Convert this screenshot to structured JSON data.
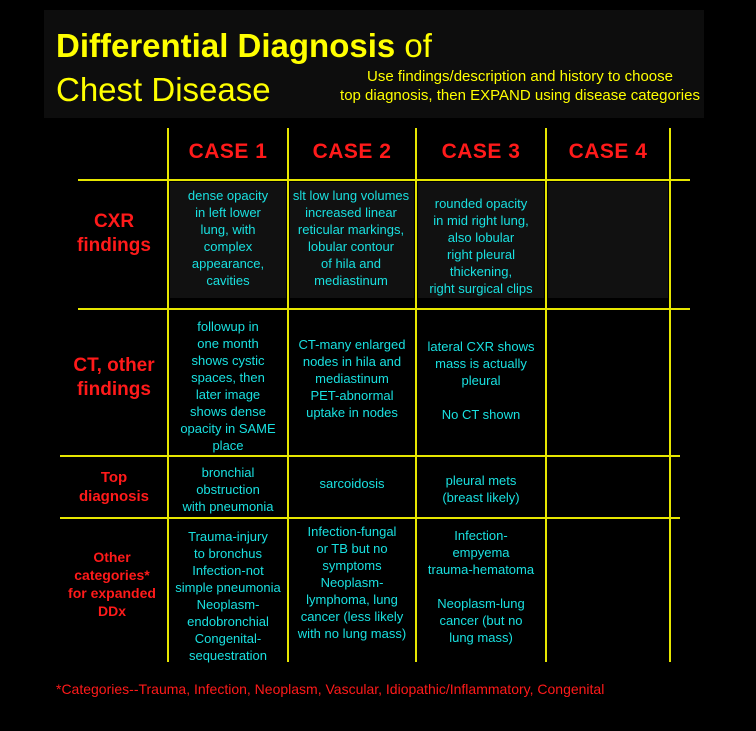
{
  "title": {
    "bold": "Differential Diagnosis",
    "normal_line1": " of",
    "line2": "Chest Disease"
  },
  "subtitle": "Use findings/description and history to choose\ntop diagnosis, then EXPAND using disease categories",
  "columns": [
    "CASE 1",
    "CASE 2",
    "CASE 3",
    "CASE 4"
  ],
  "rows": [
    {
      "label": "CXR\nfindings",
      "cells": [
        "dense opacity\nin left lower\nlung, with\ncomplex\nappearance,\ncavities",
        "slt low lung volumes\nincreased linear\nreticular markings,\nlobular contour\nof hila and\nmediastinum",
        "rounded opacity\nin mid right lung,\nalso lobular\nright pleural\nthickening,\nright surgical clips",
        ""
      ]
    },
    {
      "label": "CT, other\nfindings",
      "cells": [
        "followup in\none month\nshows cystic\nspaces, then\nlater image\nshows dense\nopacity in SAME\nplace",
        "CT-many enlarged\nnodes in hila and\nmediastinum\nPET-abnormal\nuptake in nodes",
        "lateral CXR shows\nmass is actually\npleural\n\nNo CT shown",
        ""
      ]
    },
    {
      "label": "Top\ndiagnosis",
      "cells": [
        "bronchial\nobstruction\nwith pneumonia",
        "sarcoidosis",
        "pleural mets\n(breast likely)",
        ""
      ]
    },
    {
      "label": "Other\ncategories*\nfor expanded\nDDx",
      "cells": [
        "Trauma-injury\nto bronchus\nInfection-not\nsimple pneumonia\nNeoplasm-\nendobronchial\nCongenital-\nsequestration",
        "Infection-fungal\nor TB but no\nsymptoms\nNeoplasm-\nlymphoma, lung\ncancer (less likely\nwith no lung mass)",
        "Infection-\nempyema\ntrauma-hematoma\n\nNeoplasm-lung\ncancer (but no\nlung mass)",
        ""
      ]
    }
  ],
  "footnote": "*Categories--Trauma, Infection, Neoplasm, Vascular, Idiopathic/Inflammatory, Congenital",
  "colors": {
    "background": "#000000",
    "title": "#ffff00",
    "header": "#ff1a1a",
    "cell_text": "#19e0e0",
    "grid": "#e6e600"
  }
}
